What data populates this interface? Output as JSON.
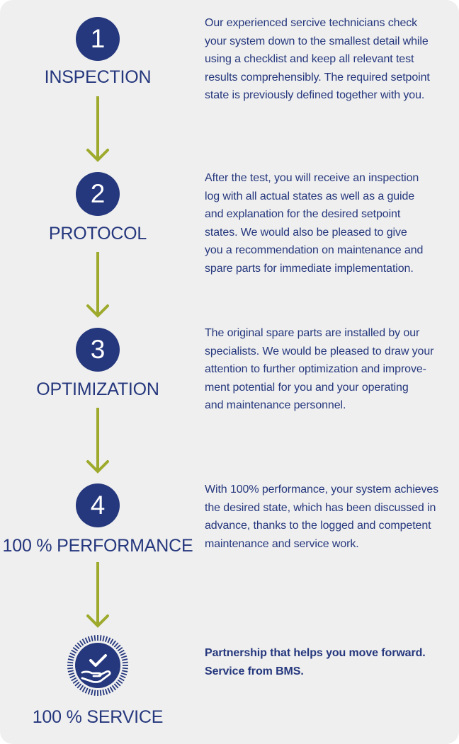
{
  "colors": {
    "navy": "#25377d",
    "arrow_green": "#9eaa2c",
    "panel_bg": "#efefef"
  },
  "steps": [
    {
      "number": "1",
      "label": "INSPECTION",
      "text": "Our experienced sercive technicians check\nyour system down to the smallest detail while\nusing a checklist and keep all relevant test\nresults comprehensibly. The required setpoint\nstate is previously defined together with you."
    },
    {
      "number": "2",
      "label": "PROTOCOL",
      "text": "After the test, you will receive an inspection\nlog with all actual states as well as a guide\nand explanation for the desired setpoint\nstates. We would also be pleased to give\nyou a recommendation on maintenance and\nspare parts for immediate implementation."
    },
    {
      "number": "3",
      "label": "OPTIMIZATION",
      "text": "The original spare parts are installed by our\nspecialists. We would be pleased to draw your\nattention to further optimization and improve-\nment potential for you and your operating\nand maintenance personnel."
    },
    {
      "number": "4",
      "label": "100 % PERFORMANCE",
      "text": "With 100% performance, your system achieves\nthe desired state, which has been discussed in\nadvance, thanks to the logged and competent\nmaintenance and service work."
    },
    {
      "icon": "hand-checkmark-badge-icon",
      "label": "100 % SERVICE",
      "text": "Partnership that helps you move forward.\nService from BMS."
    }
  ],
  "arrow_icon": "down-arrow-icon"
}
